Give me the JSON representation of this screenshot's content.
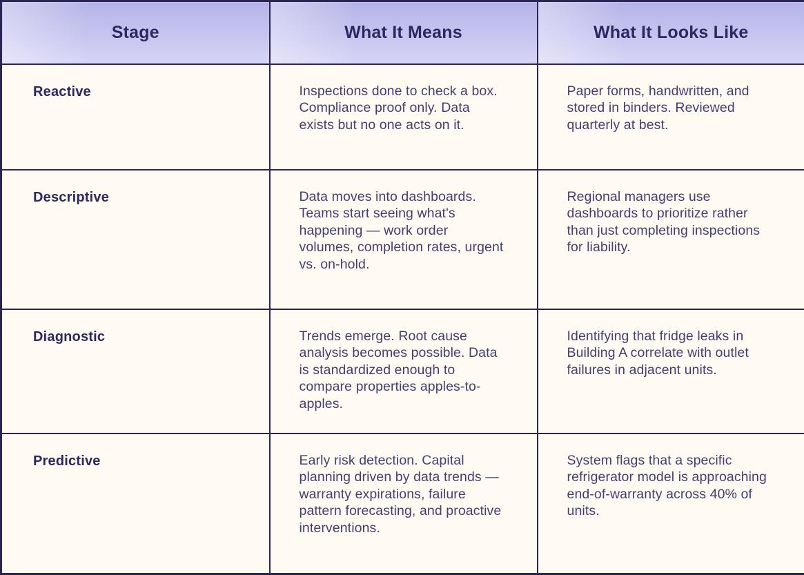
{
  "table": {
    "columns": [
      {
        "label": "Stage"
      },
      {
        "label": "What It Means"
      },
      {
        "label": "What It Looks Like"
      }
    ],
    "rows": [
      {
        "stage": "Reactive",
        "means": "Inspections done to check a box. Compliance proof only. Data exists but no one acts on it.",
        "looks": "Paper forms, handwritten, and stored in binders. Reviewed quarterly at best."
      },
      {
        "stage": "Descriptive",
        "means": "Data moves into dashboards. Teams start seeing what's happening — work order volumes, completion rates, urgent vs. on-hold.",
        "looks": "Regional managers use dashboards to prioritize rather than just completing inspections for liability."
      },
      {
        "stage": "Diagnostic",
        "means": "Trends emerge. Root cause analysis becomes possible. Data is standardized enough to compare properties apples-to-apples.",
        "looks": "Identifying that fridge leaks in Building A correlate with outlet failures in adjacent units."
      },
      {
        "stage": "Predictive",
        "means": "Early risk detection. Capital planning driven by data trends — warranty expirations, failure pattern forecasting, and proactive interventions.",
        "looks": "System flags that a specific refrigerator model is approaching end-of-warranty across 40% of units."
      }
    ]
  },
  "colors": {
    "header_gradient_top": "#b6b4e8",
    "header_gradient_bottom": "#d8d6f5",
    "border": "#2b2553",
    "cell_background": "#fffaf2",
    "heading_text": "#2d2862",
    "body_text": "#443e74"
  }
}
